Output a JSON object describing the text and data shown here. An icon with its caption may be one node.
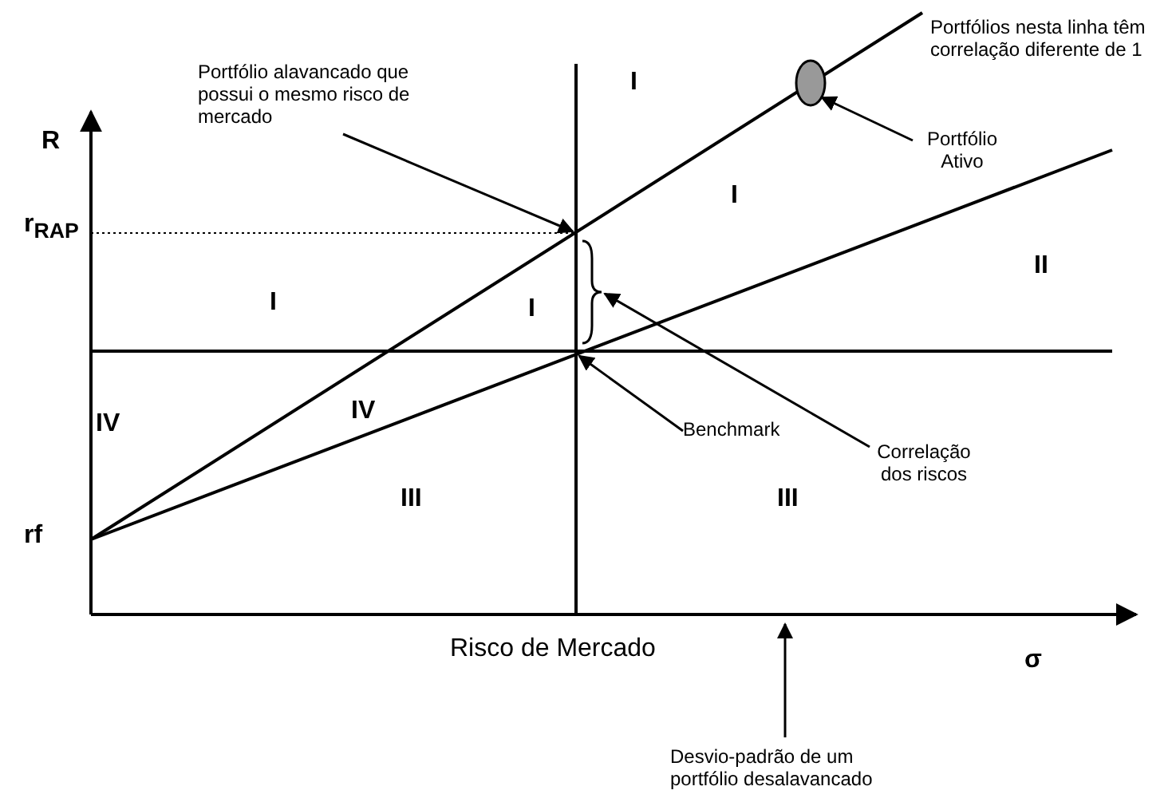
{
  "diagram": {
    "nodes": [
      {
        "text": [
          "Portfólio alavancado que possui o mesmo risco de mercado"
        ]
      },
      {
        "text": [],
        "shape": "circle"
      },
      {
        "text": [
          "Portfólio Ativo"
        ]
      },
      {
        "text": [
          "Benchmark"
        ]
      },
      {
        "text": [
          "Correlação dos riscos"
        ]
      },
      {
        "text": [
          "Desvio-padrão de um portfólio desalavancado"
        ]
      },
      {
        "text": [],
        "shape": "brace"
      }
    ],
    "edges": [
      {
        "from": 0,
        "to": 6,
        "arrow": "to"
      },
      {
        "from": 2,
        "to": 1,
        "arrow": "to"
      },
      {
        "from": 3,
        "to": 6,
        "arrow": "to"
      },
      {
        "from": 4,
        "to": 6,
        "arrow": "to"
      },
      {
        "from": 5,
        "to": null,
        "arrow": "to"
      }
    ],
    "labels": [
      "R",
      "Portfólios nesta linha têm correlação diferente de 1",
      "I",
      "r$_{RAP}$",
      "I",
      "I",
      "I",
      "II",
      "IV",
      "IV",
      "III",
      "III",
      "rf",
      "Risco de Mercado",
      "σ"
    ]
  }
}
